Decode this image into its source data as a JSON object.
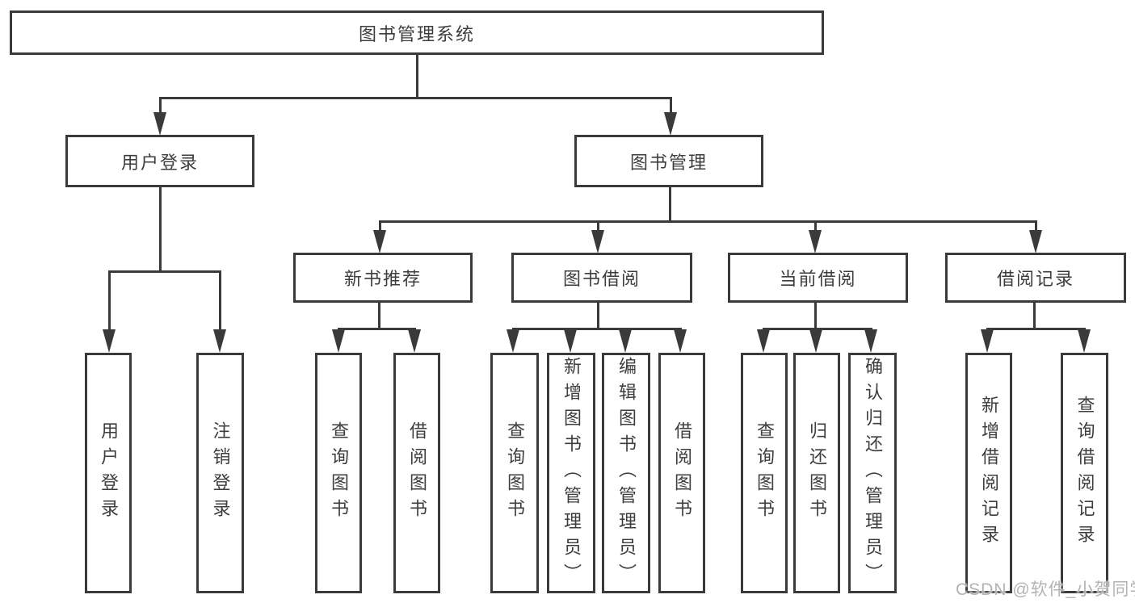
{
  "diagram": {
    "root": {
      "label": "图书管理系统"
    },
    "branches": [
      {
        "label": "用户登录",
        "children": [
          {
            "label": "用户登录"
          },
          {
            "label": "注销登录"
          }
        ]
      },
      {
        "label": "图书管理",
        "children": [
          {
            "label": "新书推荐",
            "children": [
              {
                "label": "查询图书"
              },
              {
                "label": "借阅图书"
              }
            ]
          },
          {
            "label": "图书借阅",
            "children": [
              {
                "label": "查询图书"
              },
              {
                "label": "新增图书（管理员）"
              },
              {
                "label": "编辑图书（管理员）"
              },
              {
                "label": "借阅图书"
              }
            ]
          },
          {
            "label": "当前借阅",
            "children": [
              {
                "label": "查询图书"
              },
              {
                "label": "归还图书"
              },
              {
                "label": "确认归还（管理员）"
              }
            ]
          },
          {
            "label": "借阅记录",
            "children": [
              {
                "label": "新增借阅记录"
              },
              {
                "label": "查询借阅记录"
              }
            ]
          }
        ]
      }
    ]
  },
  "watermark": {
    "text": "CSDN @软件_小贺同学"
  },
  "colors": {
    "line": "#3a3a3a",
    "text": "#3d3d3d",
    "watermark": "#b3b3b3",
    "bg": "#ffffff"
  }
}
